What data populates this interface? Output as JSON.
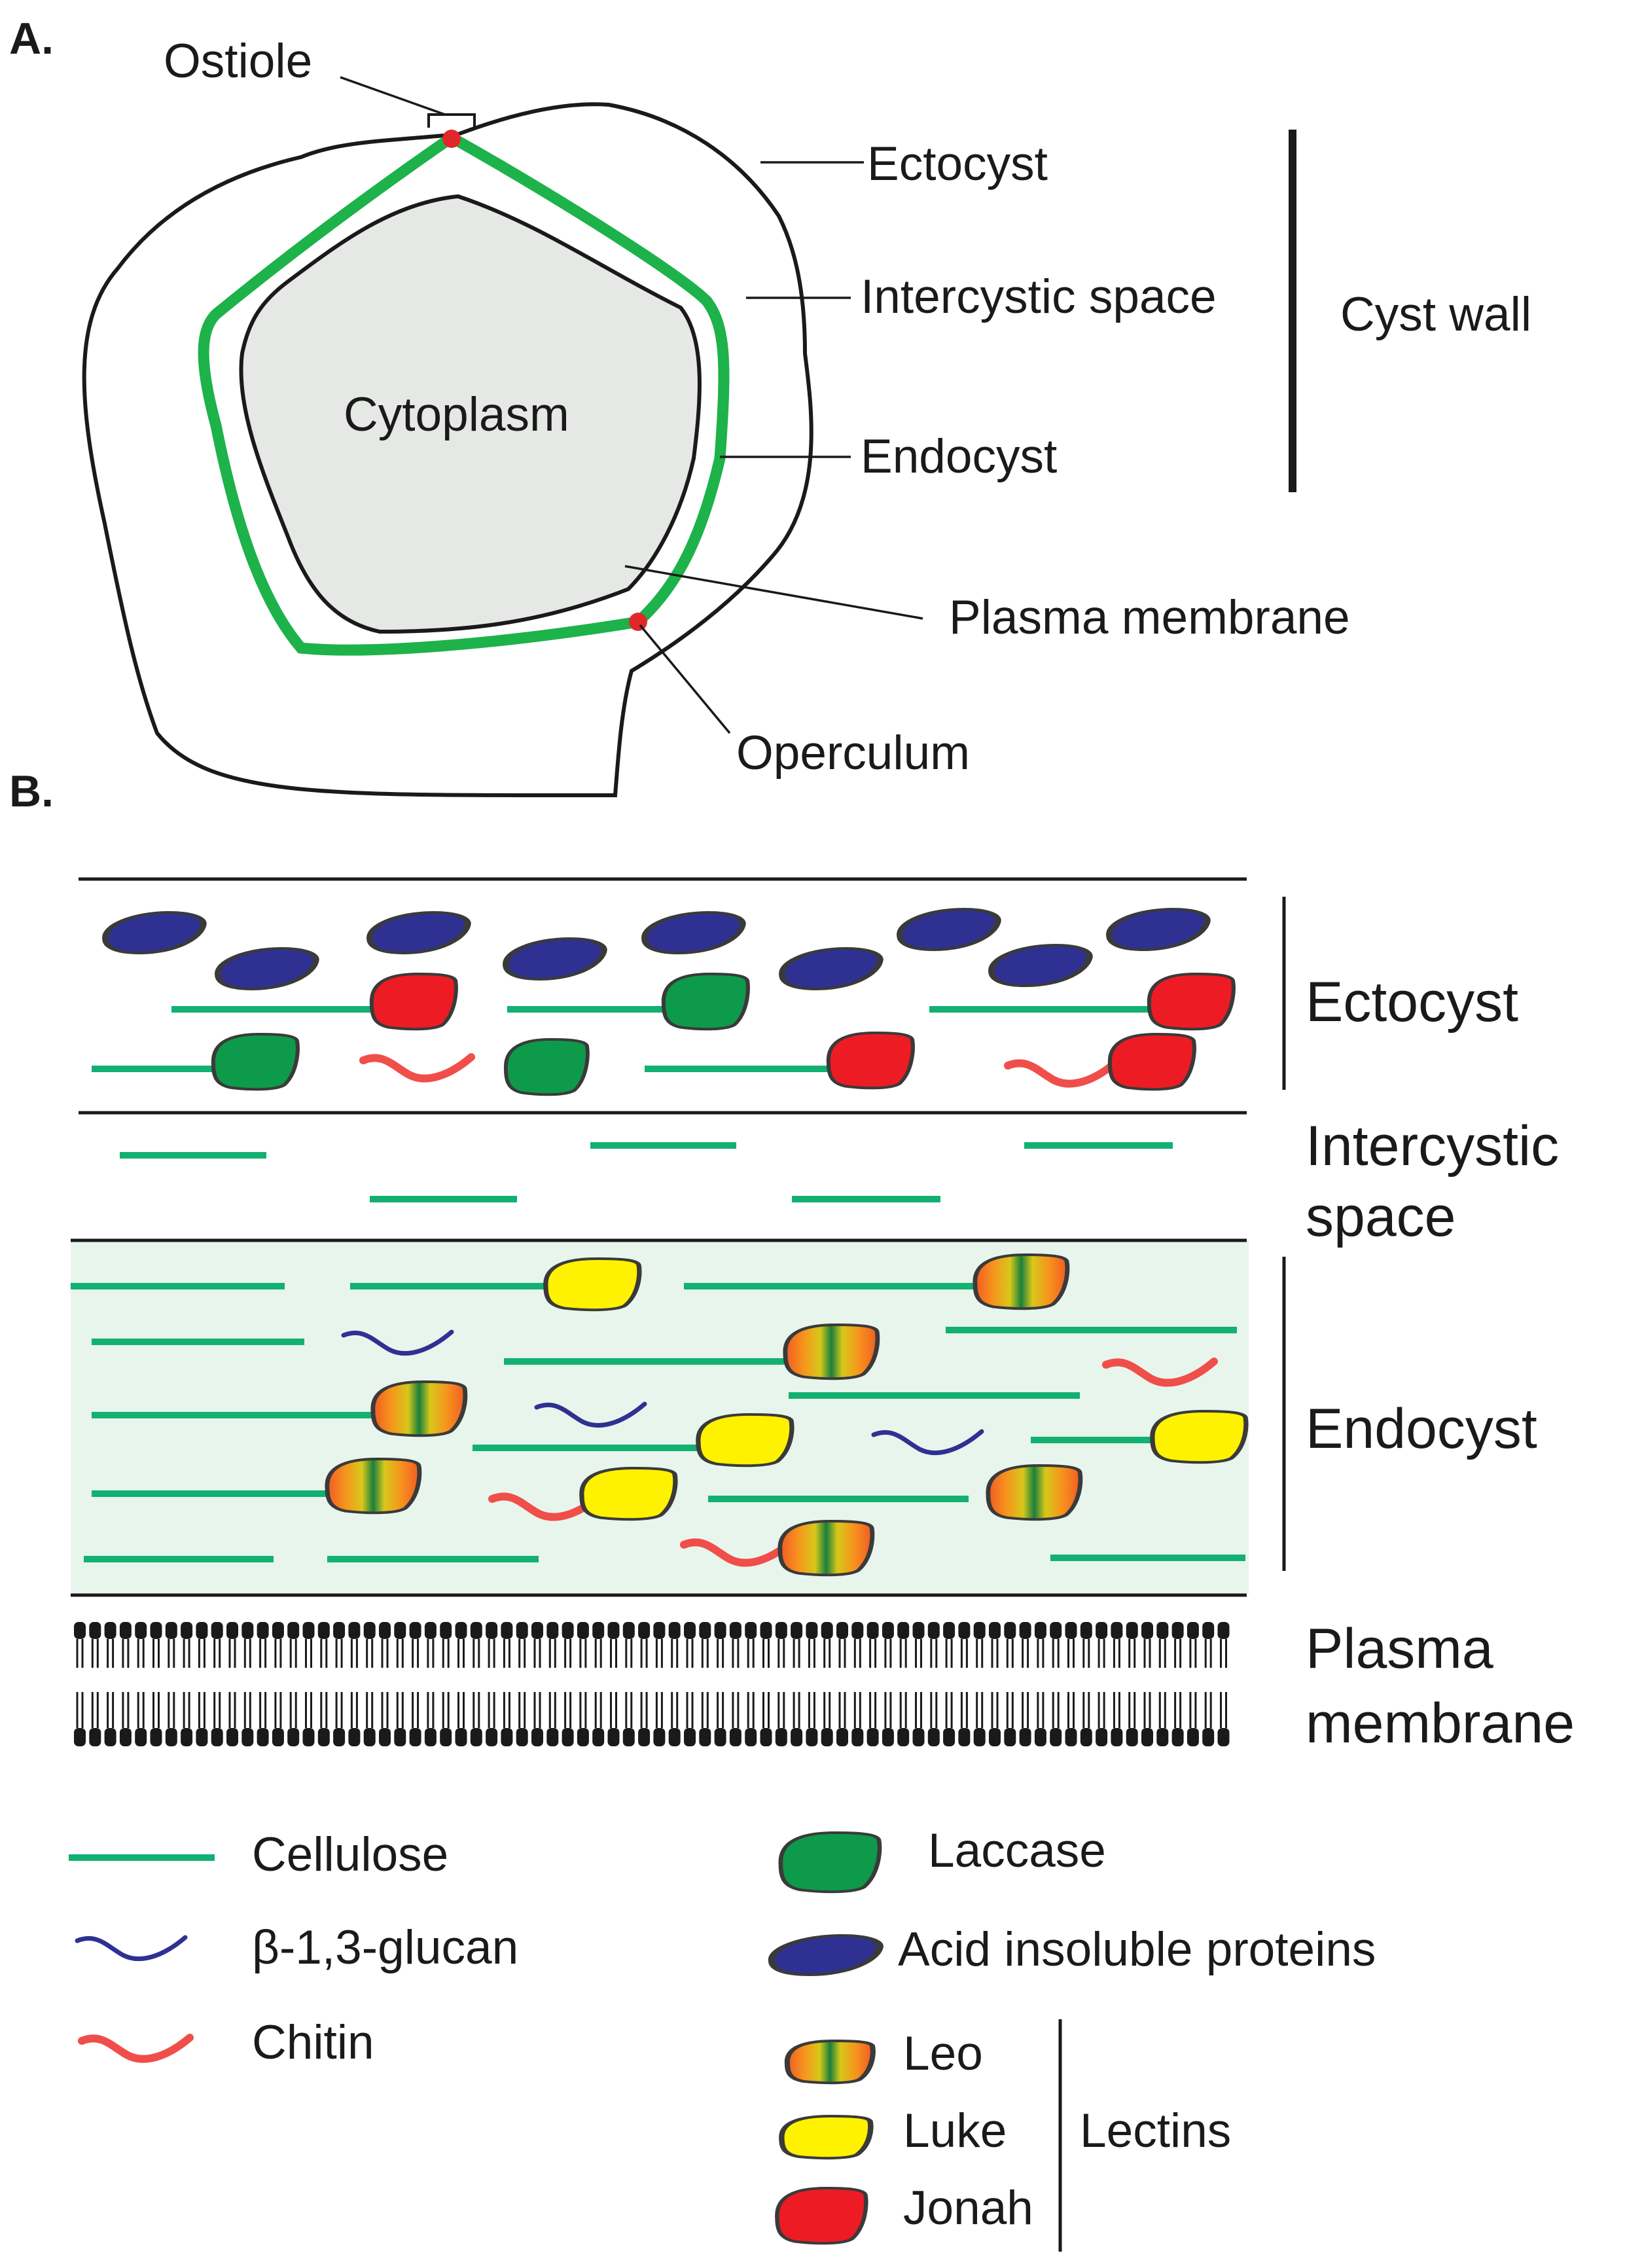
{
  "panel_a": {
    "tag": "A.",
    "labels": {
      "ostiole": "Ostiole",
      "ectocyst": "Ectocyst",
      "intercystic": "Intercystic space",
      "cyst_wall": "Cyst wall",
      "cytoplasm": "Cytoplasm",
      "endocyst": "Endocyst",
      "plasma_membrane": "Plasma membrane",
      "operculum": "Operculum"
    }
  },
  "panel_b": {
    "tag": "B.",
    "layers": {
      "ectocyst": "Ectocyst",
      "intercystic_line1": "Intercystic",
      "intercystic_line2": "space",
      "endocyst": "Endocyst",
      "plasma_line1": "Plasma",
      "plasma_line2": "membrane"
    }
  },
  "legend": {
    "cellulose": "Cellulose",
    "glucan": "β-1,3-glucan",
    "chitin": "Chitin",
    "laccase": "Laccase",
    "acid_insoluble": "Acid insoluble proteins",
    "leo": "Leo",
    "luke": "Luke",
    "jonah": "Jonah",
    "lectins": "Lectins"
  },
  "colors": {
    "cellulose": "#12b071",
    "endocyst_ring": "#1db24a",
    "glucan": "#2e3192",
    "chitin": "#f04e4a",
    "laccase": "#0d9a4a",
    "acid_insoluble": "#2e3192",
    "luke": "#fff200",
    "jonah": "#ed1c24",
    "endocyst_bg": "#e8f5ec",
    "cytoplasm": "#e6e8e6",
    "pore": "#e0282a"
  }
}
